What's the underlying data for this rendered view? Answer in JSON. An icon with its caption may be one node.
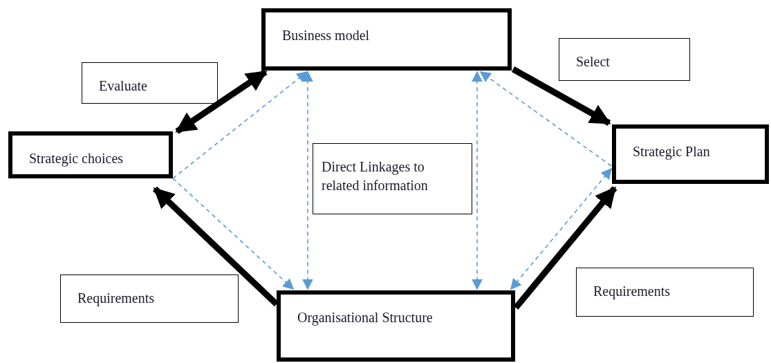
{
  "diagram": {
    "nodes": [
      {
        "text": [
          "Business model"
        ]
      },
      {
        "text": [
          "Select"
        ]
      },
      {
        "text": [
          "Evaluate"
        ]
      },
      {
        "text": [
          "Strategic choices"
        ]
      },
      {
        "text": [
          "Direct Linkages to related information"
        ]
      },
      {
        "text": [
          "Strategic Plan"
        ]
      },
      {
        "text": [
          "Requirements"
        ]
      },
      {
        "text": [
          "Requirements"
        ]
      },
      {
        "text": [
          "Organisational Structure"
        ]
      }
    ],
    "edges": [
      {
        "from": 0,
        "to": 3,
        "arrow": "both",
        "style": "thick",
        "color": "#000000"
      },
      {
        "from": 0,
        "to": 5,
        "arrow": "to",
        "style": "thick",
        "color": "#000000"
      },
      {
        "from": 8,
        "to": 3,
        "arrow": "to",
        "style": "thick",
        "color": "#000000"
      },
      {
        "from": 8,
        "to": 5,
        "arrow": "to",
        "style": "thick",
        "color": "#000000"
      },
      {
        "from": 3,
        "to": 0,
        "arrow": "to",
        "style": "dashed"
      },
      {
        "from": 3,
        "to": 8,
        "arrow": "to",
        "style": "dashed"
      },
      {
        "from": 0,
        "to": 8,
        "arrow": "both",
        "style": "dashed"
      },
      {
        "from": 0,
        "to": 8,
        "arrow": "both",
        "style": "dashed"
      },
      {
        "from": 5,
        "to": 0,
        "arrow": "to",
        "style": "dashed"
      },
      {
        "from": 5,
        "to": 8,
        "arrow": "both",
        "style": "dashed"
      }
    ]
  }
}
